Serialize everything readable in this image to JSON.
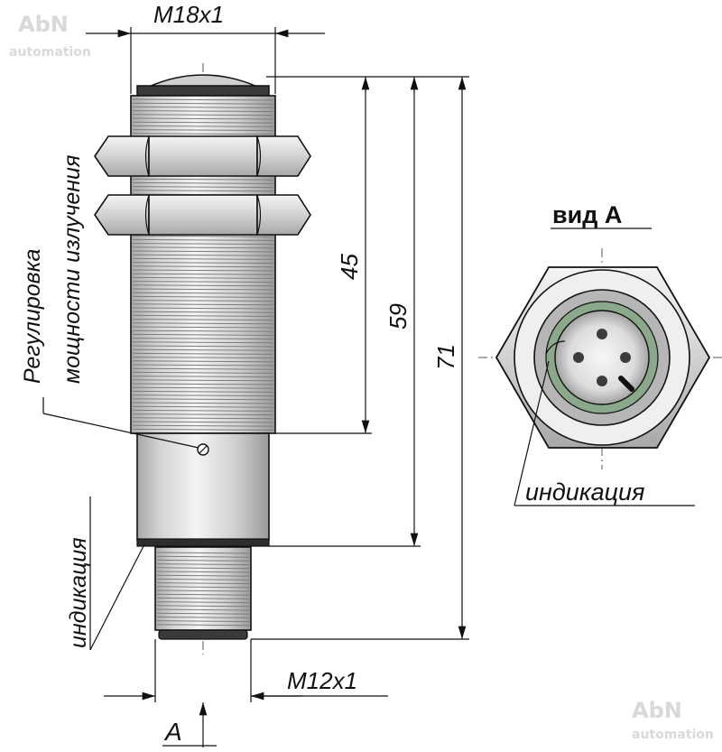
{
  "watermark": {
    "brand": "AbN",
    "sub": "automation"
  },
  "dimensions": {
    "thread_top": "M18x1",
    "thread_bottom": "M12x1",
    "len_45": "45",
    "len_59": "59",
    "len_71": "71"
  },
  "labels": {
    "adjust_line1": "Регулировка",
    "adjust_line2": "мощности излучения",
    "indication_side": "индикация",
    "indication_view": "индикация",
    "view_title": "вид А",
    "view_marker": "А"
  },
  "colors": {
    "metal_light": "#efefef",
    "metal_mid": "#c8c8c8",
    "metal_dark": "#9a9a9a",
    "outline": "#111111",
    "led_green": "#8aa88a"
  }
}
